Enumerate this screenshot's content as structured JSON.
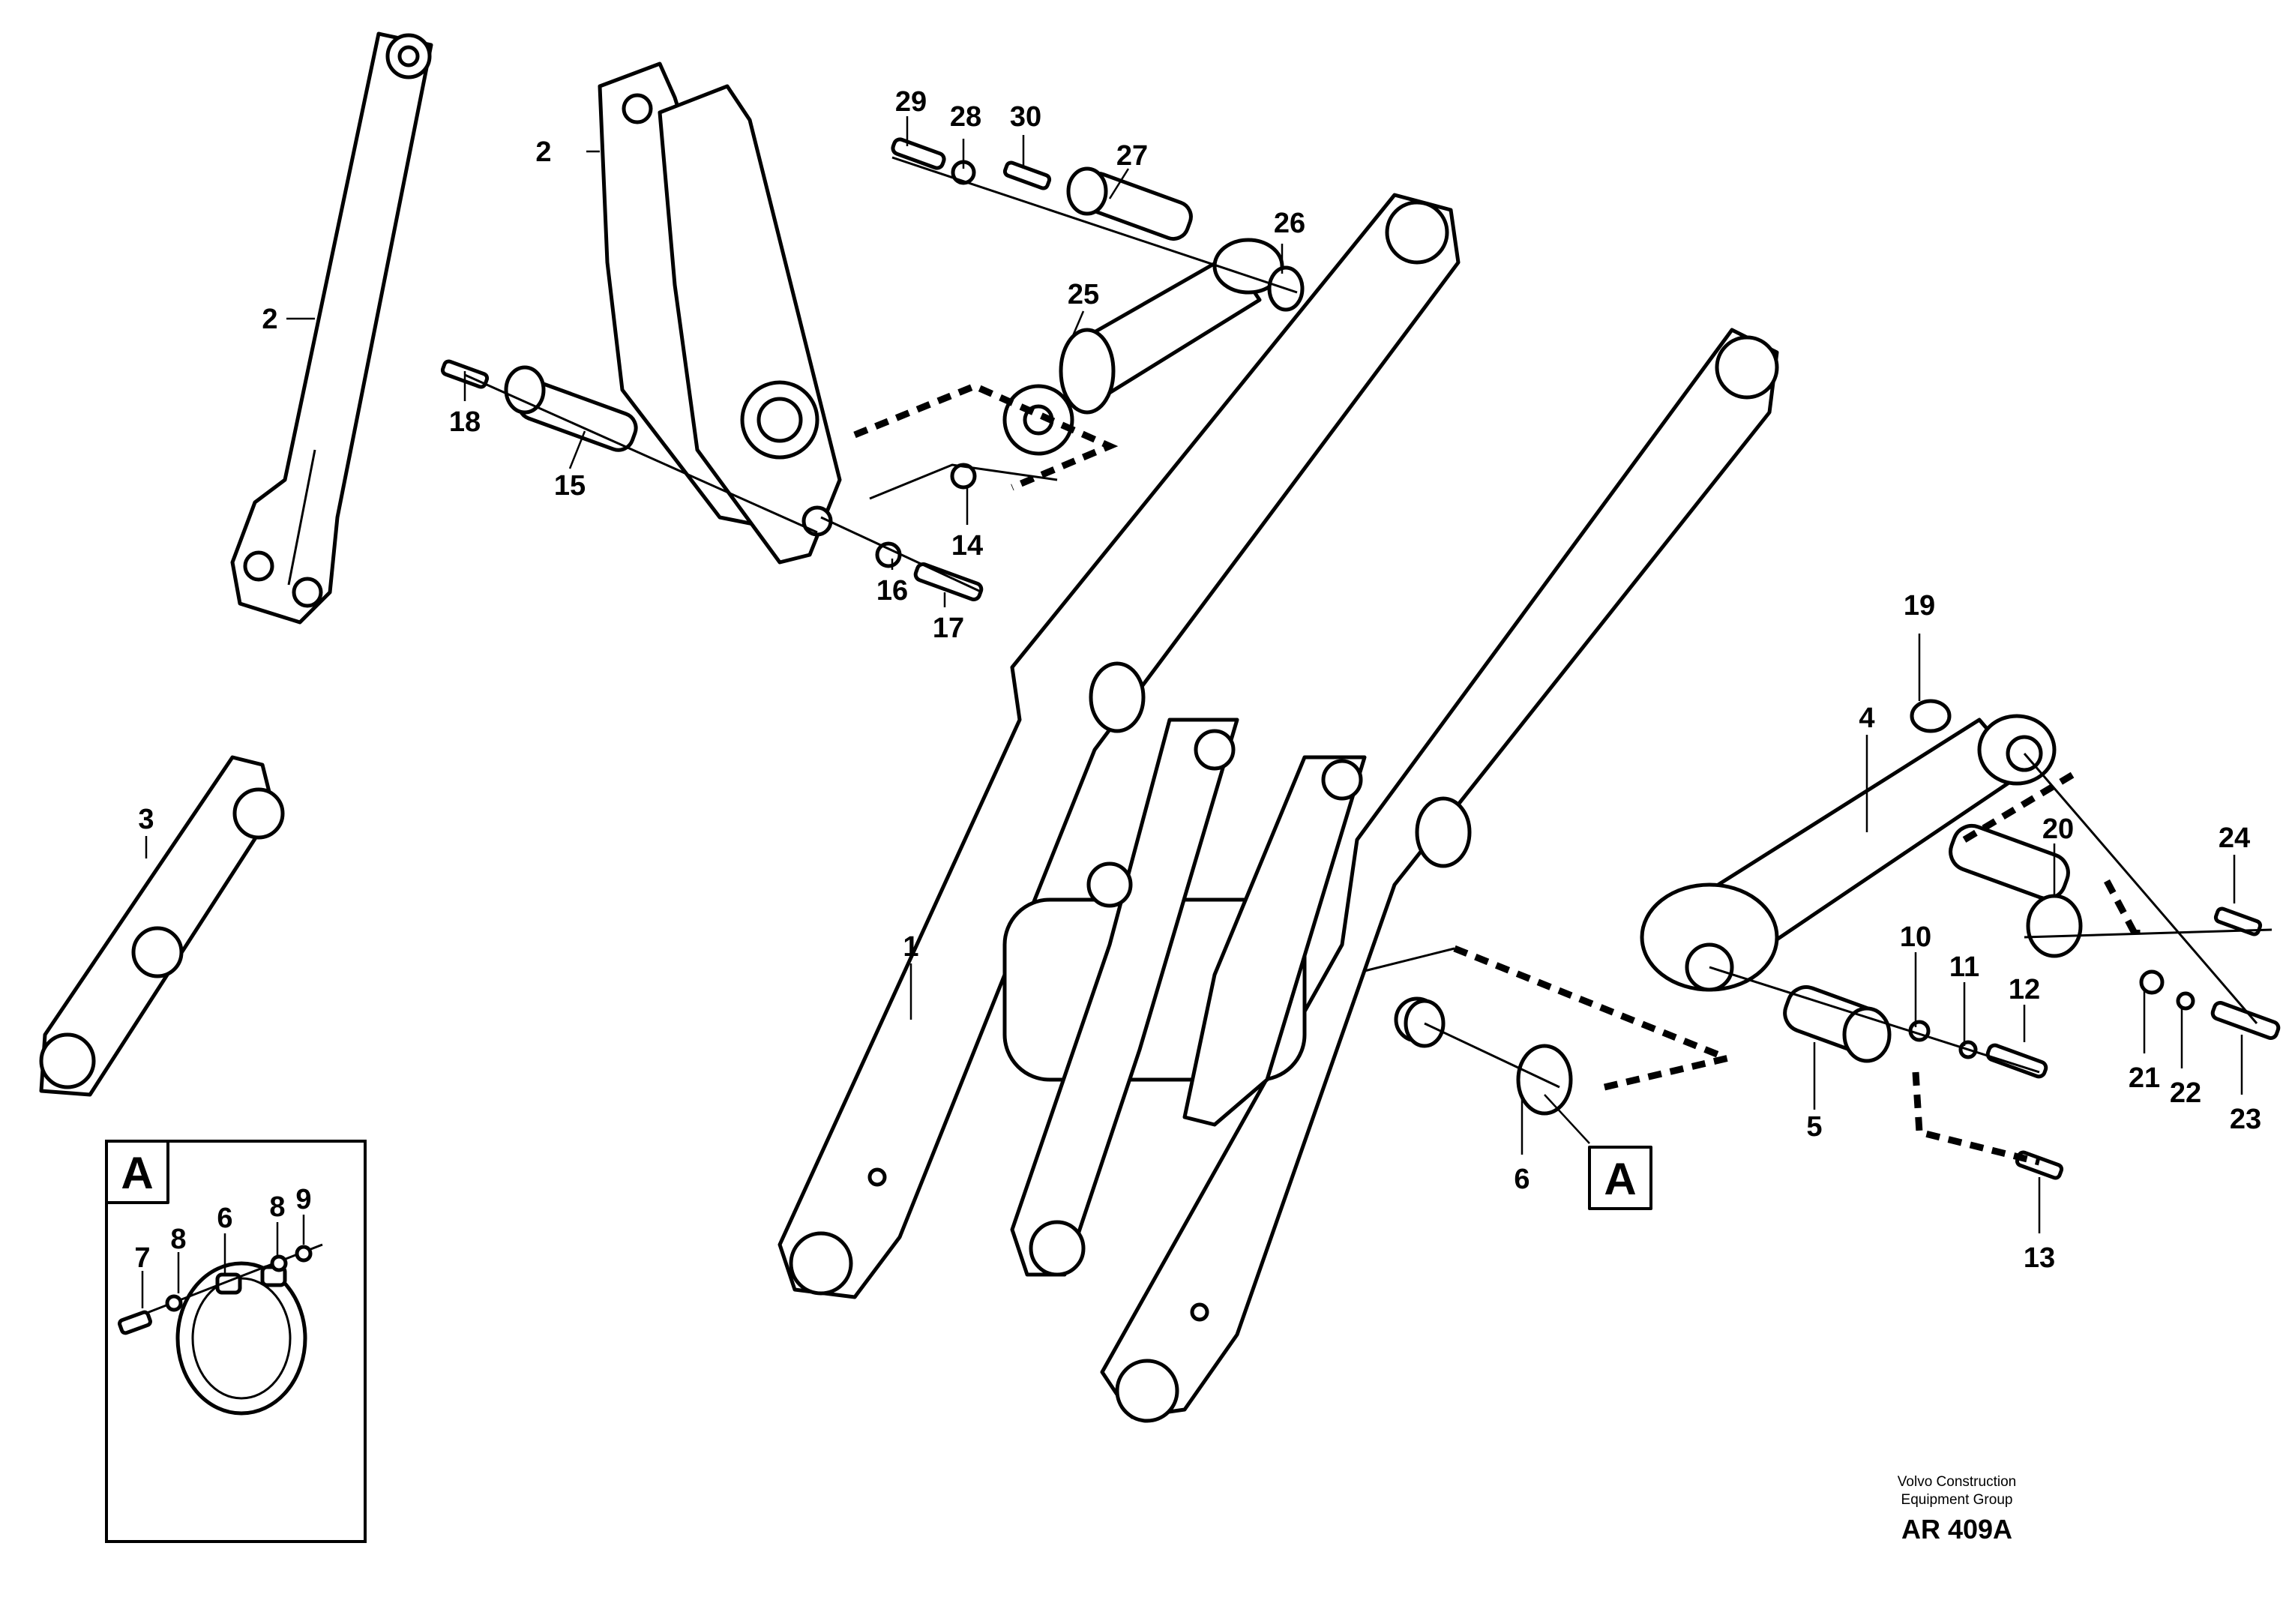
{
  "callouts": {
    "c1": "1",
    "c2a": "2",
    "c2b": "2",
    "c3": "3",
    "c4": "4",
    "c5": "5",
    "c6a": "6",
    "c6b": "6",
    "c7": "7",
    "c8a": "8",
    "c8b": "8",
    "c9": "9",
    "c10": "10",
    "c11": "11",
    "c12": "12",
    "c13": "13",
    "c14": "14",
    "c15": "15",
    "c16": "16",
    "c17": "17",
    "c18": "18",
    "c19": "19",
    "c20": "20",
    "c21": "21",
    "c22": "22",
    "c23": "23",
    "c24": "24",
    "c25": "25",
    "c26": "26",
    "c27": "27",
    "c28": "28",
    "c29": "29",
    "c30": "30"
  },
  "detail_label": "A",
  "reference_label": "A",
  "credit": {
    "line1": "Volvo Construction",
    "line2": "Equipment Group",
    "code": "AR 409A"
  }
}
